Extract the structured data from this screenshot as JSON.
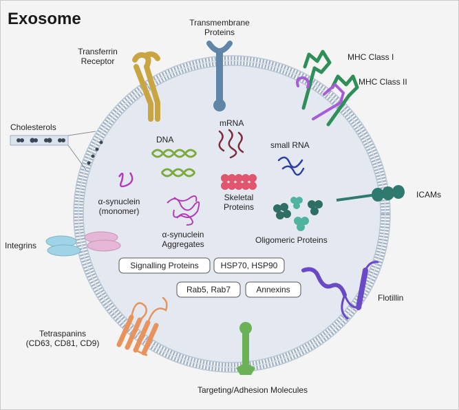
{
  "title": "Exosome",
  "labels": {
    "transmembrane": [
      "Transmembrane",
      "Proteins"
    ],
    "transferrin": [
      "Transferrin",
      "Receptor"
    ],
    "mhc1": "MHC Class  I",
    "mhc2": "MHC Class  II",
    "cholesterols": "Cholesterols",
    "dna": "DNA",
    "mrna": "mRNA",
    "small_rna": "small RNA",
    "asyn_monomer": [
      "α-synuclein",
      "(monomer)"
    ],
    "skeletal": [
      "Skeletal",
      "Proteins"
    ],
    "icams": "ICAMs",
    "asyn_aggregates": [
      "α-synuclein",
      "Aggregates"
    ],
    "oligomeric": "Oligomeric Proteins",
    "integrins": "Integrins",
    "flotillin": "Flotillin",
    "tetraspanins": [
      "Tetraspanins",
      "(CD63, CD81, CD9)"
    ],
    "targeting": "Targeting/Adhesion Molecules"
  },
  "boxes": {
    "signalling": "Signalling Proteins",
    "hsp": "HSP70, HSP90",
    "rab": "Rab5, Rab7",
    "annexins": "Annexins"
  },
  "colors": {
    "membrane": "#9fb0c4",
    "interior": "#e4e9f1",
    "transferrin": "#c9a542",
    "transmembrane": "#5f86a8",
    "mhc": "#2e8f58",
    "mhc_accent": "#a85bd6",
    "icam": "#2f7a6f",
    "integrin_blue": "#9fd3e6",
    "integrin_pink": "#e6b6d6",
    "flotillin": "#6a49c7",
    "tetraspanin": "#e8925c",
    "targeting": "#6bb257",
    "skeletal": "#e0566f",
    "oligomeric": "#3a9a88",
    "dna": "#7caa3c",
    "mrna": "#7a2f3e",
    "small_rna": "#2d3ea6",
    "synuclein": "#b43ab8"
  }
}
